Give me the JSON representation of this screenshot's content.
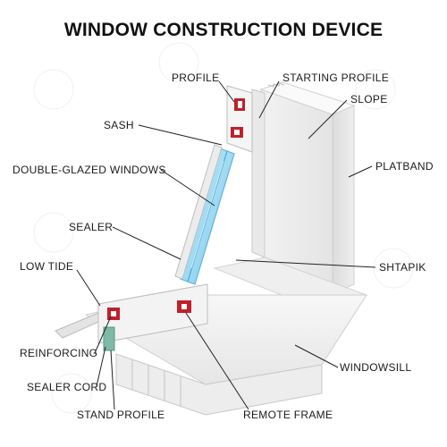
{
  "title": "WINDOW CONSTRUCTION DEVICE",
  "labels": {
    "profile": "PROFILE",
    "starting_profile": "STARTING PROFILE",
    "slope": "SLOPE",
    "sash": "SASH",
    "double_glazed_windows": "DOUBLE-GLAZED WINDOWS",
    "platband": "PLATBAND",
    "sealer": "SEALER",
    "low_tide": "LOW TIDE",
    "shtapik": "SHTAPIK",
    "reinforcing": "REINFORCING",
    "windowsill": "WINDOWSILL",
    "sealer_cord": "SEALER CORD",
    "stand_profile": "STAND PROFILE",
    "remote_frame": "REMOTE FRAME"
  },
  "stock_id": "Adobe Stock | #440712846",
  "colors": {
    "frame_white": "#f4f4f4",
    "frame_shadow": "#d9d9d9",
    "glass_blue": "#9fd8f0",
    "glass_edge": "#5fb3dd",
    "profile_red": "#c0202a",
    "leader_line": "#222222"
  }
}
